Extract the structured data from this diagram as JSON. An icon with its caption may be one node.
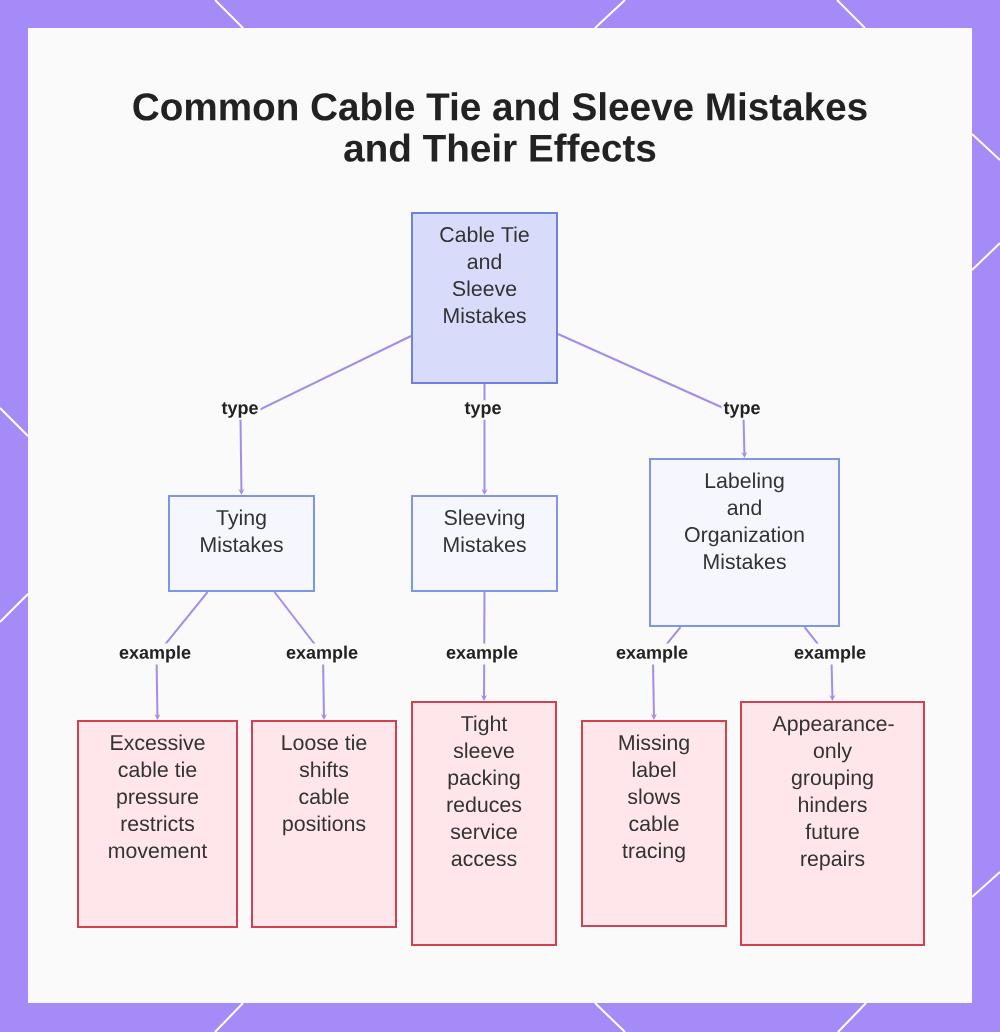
{
  "diagram": {
    "title": "Common Cable Tie and Sleeve Mistakes and Their Effects",
    "nodes": [
      {
        "text": [
          "Cable Tie and Sleeve Mistakes"
        ]
      },
      {
        "text": [
          "Tying Mistakes"
        ]
      },
      {
        "text": [
          "Sleeving Mistakes"
        ]
      },
      {
        "text": [
          "Labeling and Organization Mistakes"
        ]
      },
      {
        "text": [
          "Excessive cable tie pressure restricts movement"
        ]
      },
      {
        "text": [
          "Loose tie shifts cable positions"
        ]
      },
      {
        "text": [
          "Tight sleeve packing reduces service access"
        ]
      },
      {
        "text": [
          "Missing label slows cable tracing"
        ]
      },
      {
        "text": [
          "Appearance-only grouping hinders future repairs"
        ]
      }
    ],
    "edges": [
      {
        "from": 0,
        "to": 1,
        "arrow": "to",
        "label": "type"
      },
      {
        "from": 0,
        "to": 2,
        "arrow": "to",
        "label": "type"
      },
      {
        "from": 0,
        "to": 3,
        "arrow": "to",
        "label": "type"
      },
      {
        "from": 1,
        "to": 4,
        "arrow": "to",
        "label": "example"
      },
      {
        "from": 1,
        "to": 5,
        "arrow": "to",
        "label": "example"
      },
      {
        "from": 2,
        "to": 6,
        "arrow": "to",
        "label": "example"
      },
      {
        "from": 3,
        "to": 7,
        "arrow": "to",
        "label": "example"
      },
      {
        "from": 3,
        "to": 8,
        "arrow": "to",
        "label": "example"
      }
    ]
  }
}
